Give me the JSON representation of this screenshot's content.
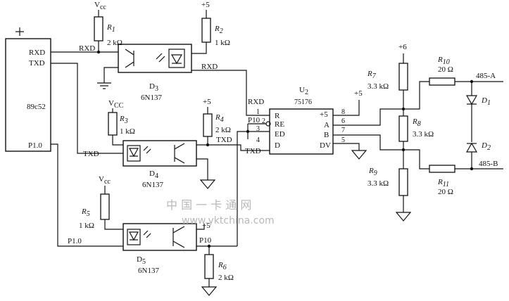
{
  "mcu": {
    "name": "89c52",
    "pin_rxd": "RXD",
    "pin_txd": "TXD",
    "pin_p10": "P1.0"
  },
  "supply": {
    "vcc": "V",
    "vcc_sub_cc": "cc",
    "vcc_sub_cc_alt": "CC",
    "plus5": "+5",
    "plus6": "+6"
  },
  "resistors": {
    "r1": {
      "name": "R",
      "sub": "1",
      "value": "2 kΩ"
    },
    "r2": {
      "name": "R",
      "sub": "2",
      "value": "1 kΩ"
    },
    "r3": {
      "name": "R",
      "sub": "3",
      "value": "1 kΩ"
    },
    "r4": {
      "name": "R",
      "sub": "4",
      "value": "2 kΩ"
    },
    "r5": {
      "name": "R",
      "sub": "5",
      "value": "1 kΩ"
    },
    "r6": {
      "name": "R",
      "sub": "6",
      "value": "2 kΩ"
    },
    "r7": {
      "name": "R",
      "sub": "7",
      "value": "3.3 kΩ"
    },
    "r8": {
      "name": "R",
      "sub": "8",
      "value": "3.3 kΩ"
    },
    "r9": {
      "name": "R",
      "sub": "9",
      "value": "3.3 kΩ"
    },
    "r10": {
      "name": "R",
      "sub": "10",
      "value": "20 Ω"
    },
    "r11": {
      "name": "R",
      "sub": "11",
      "value": "20 Ω"
    }
  },
  "optos": {
    "d3": {
      "name": "D",
      "sub": "3",
      "part": "6N137"
    },
    "d4": {
      "name": "D",
      "sub": "4",
      "part": "6N137"
    },
    "d5": {
      "name": "D",
      "sub": "5",
      "part": "6N137"
    }
  },
  "transceiver": {
    "name": "U",
    "sub": "2",
    "part": "75176",
    "pin_r": "R",
    "pin_re": "RE",
    "pin_ed": "ED",
    "pin_d": "D",
    "pin_vcc": "+5",
    "pin_a": "A",
    "pin_b": "B",
    "pin_dv": "DV",
    "n1": "1",
    "n2": "2",
    "n3": "3",
    "n4": "4",
    "n5": "5",
    "n6": "6",
    "n7": "7",
    "n8": "8"
  },
  "diodes": {
    "d1": {
      "name": "D",
      "sub": "1"
    },
    "d2": {
      "name": "D",
      "sub": "2"
    }
  },
  "nets": {
    "rxd": "RXD",
    "txd": "TXD",
    "p10": "P10",
    "p1_0": "P1.0",
    "bus_a": "485-A",
    "bus_b": "485-B"
  },
  "watermark": {
    "cn": "中 国 一 卡 通 网",
    "url": "www.yktchina.com"
  }
}
